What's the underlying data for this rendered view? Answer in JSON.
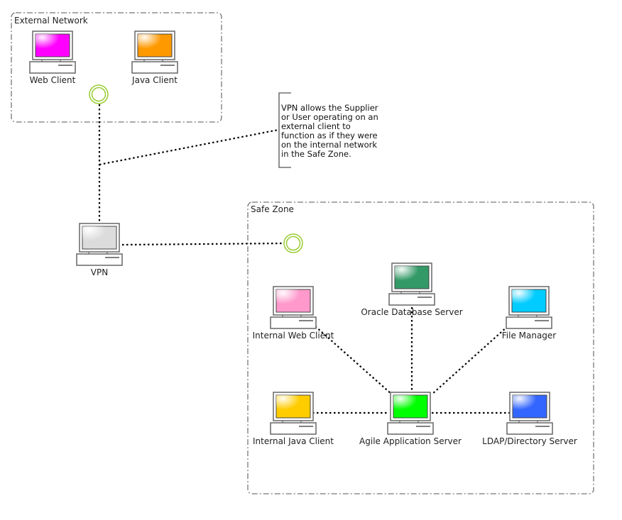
{
  "zones": {
    "external": {
      "label": "External Network"
    },
    "safe": {
      "label": "Safe Zone"
    }
  },
  "nodes": {
    "web_client": {
      "label": "Web Client",
      "color": "#ff00ff"
    },
    "java_client": {
      "label": "Java Client",
      "color": "#ff9900"
    },
    "vpn": {
      "label": "VPN",
      "color": "#dcdcdc"
    },
    "internal_web_client": {
      "label": "Internal Web Client",
      "color": "#ff99cc"
    },
    "oracle_db": {
      "label": "Oracle Database Server",
      "color": "#339966"
    },
    "file_manager": {
      "label": "File Manager",
      "color": "#00ccff"
    },
    "internal_java_client": {
      "label": "Internal Java Client",
      "color": "#ffcc00"
    },
    "agile_app_server": {
      "label": "Agile Application Server",
      "color": "#00ff00"
    },
    "ldap_server": {
      "label": "LDAP/Directory Server",
      "color": "#3366ff"
    }
  },
  "annotation": {
    "lines": [
      "VPN allows the Supplier",
      "or User operating on an",
      "external client to",
      "function as if they were",
      "on the internal network",
      "in the Safe Zone."
    ]
  },
  "colors": {
    "interface_ring": "#99cc33",
    "zone_border": "#777777",
    "connector": "#000000"
  }
}
